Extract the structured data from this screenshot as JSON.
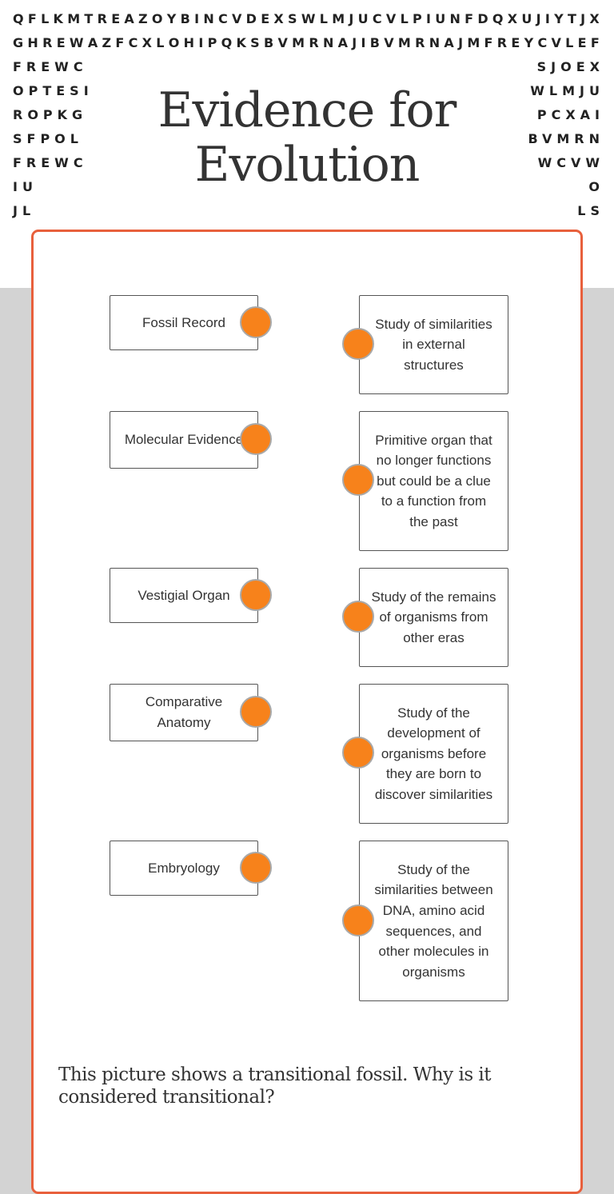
{
  "background_letters": {
    "rows": [
      {
        "full": "QFLKMTREAZOYBINCVDEXSWLMJUCVLPIUNFDQXUJIYTJX"
      },
      {
        "full": "GHREWAZFCXLOHIPQKSBVMRNAJIBVMRNAJMFREYCVLEF"
      },
      {
        "left": "FREWC",
        "right": "SJOEX"
      },
      {
        "left": "OPTESI",
        "right": "WLMJU"
      },
      {
        "left": "ROPKG",
        "right": "PCXAI"
      },
      {
        "left": "SFPOL",
        "right": "BVMRN"
      },
      {
        "left": "FREWC",
        "right": "WCVW"
      },
      {
        "left": "IU",
        "right": "O"
      },
      {
        "left": "JL",
        "right": "LS"
      }
    ]
  },
  "title": {
    "line1": "Evidence for",
    "line2": "Evolution"
  },
  "colors": {
    "accent": "#f7821b",
    "card_border": "#e8603c",
    "page_bg": "#d3d3d3"
  },
  "matching": {
    "terms": [
      "Fossil Record",
      "Molecular Evidence",
      "Vestigial Organ",
      "Comparative Anatomy",
      "Embryology"
    ],
    "definitions": [
      "Study of similarities in external structures",
      "Primitive organ that no longer functions but could be a clue to a function from the past",
      "Study of the remains of organisms from other eras",
      "Study of the development of organisms before they are born to discover similarities",
      "Study of the similarities between DNA, amino acid sequences, and other molecules in organisms"
    ]
  },
  "question": "This picture shows a transitional fossil.  Why is it considered transitional?"
}
